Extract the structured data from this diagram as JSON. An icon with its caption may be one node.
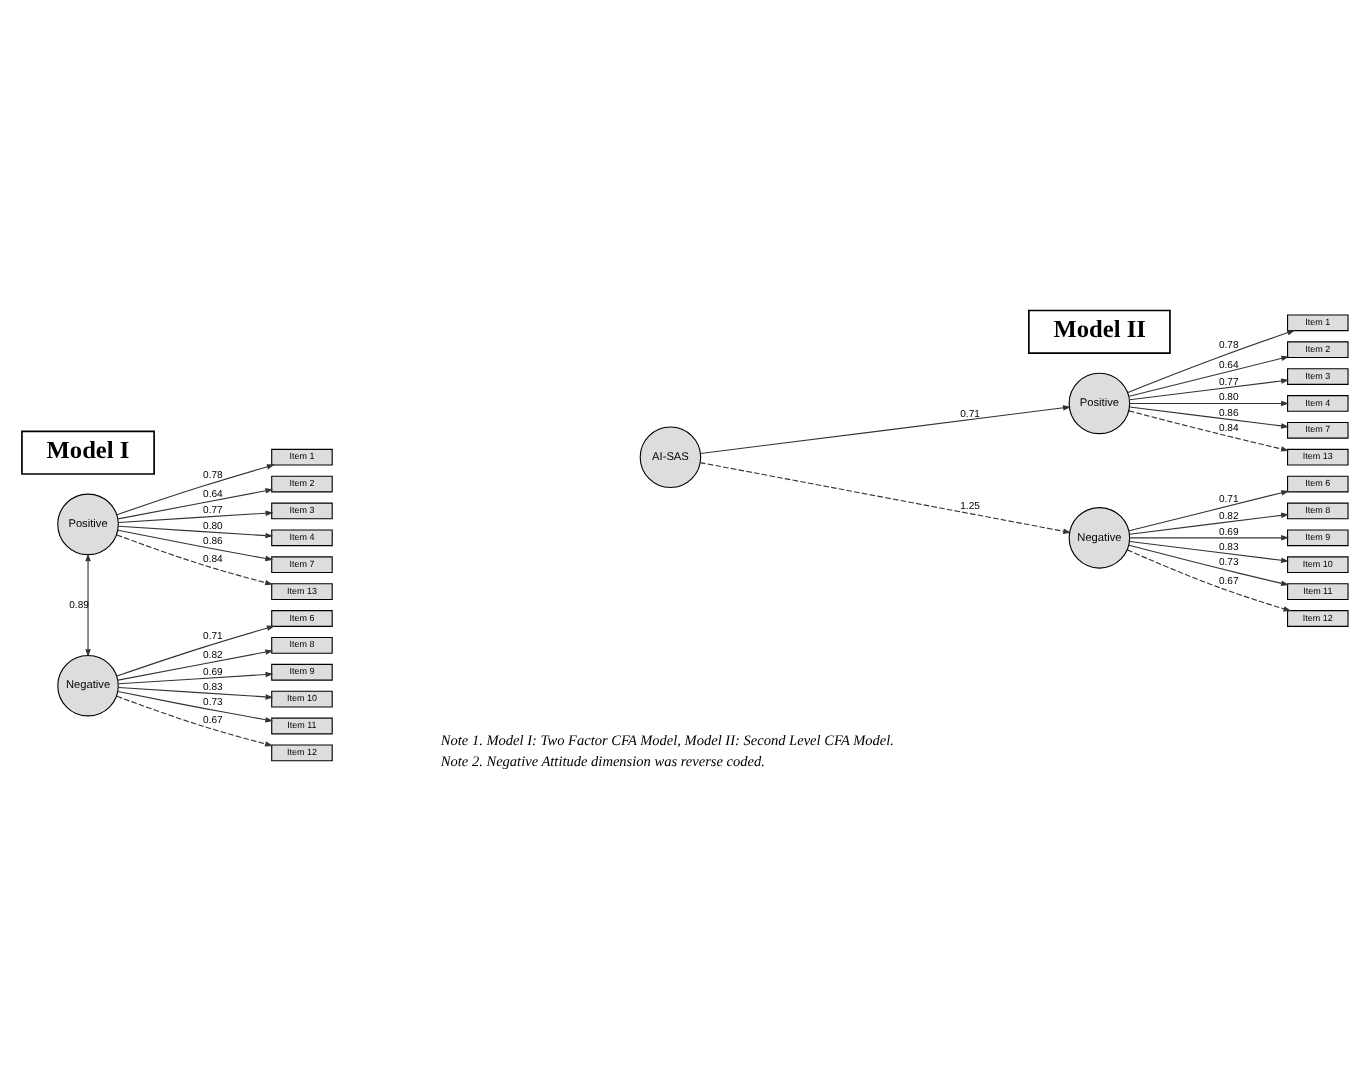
{
  "diagram": {
    "nodes": [
      {
        "text": [
          "Model I"
        ]
      },
      {
        "text": [
          "Positive"
        ]
      },
      {
        "text": [
          "Item 1"
        ]
      },
      {
        "text": [
          "Item 2"
        ]
      },
      {
        "text": [
          "Item 3"
        ]
      },
      {
        "text": [
          "Item 4"
        ]
      },
      {
        "text": [
          "Item 7"
        ]
      },
      {
        "text": [
          "Item 13"
        ]
      },
      {
        "text": [
          "Negative"
        ]
      },
      {
        "text": [
          "Item 6"
        ]
      },
      {
        "text": [
          "Item 8"
        ]
      },
      {
        "text": [
          "Item 9"
        ]
      },
      {
        "text": [
          "Item 10"
        ]
      },
      {
        "text": [
          "Item 11"
        ]
      },
      {
        "text": [
          "Item 12"
        ]
      },
      {
        "text": [
          "Model II"
        ]
      },
      {
        "text": [
          "Positive"
        ]
      },
      {
        "text": [
          "Item 1"
        ]
      },
      {
        "text": [
          "Item 2"
        ]
      },
      {
        "text": [
          "Item 3"
        ]
      },
      {
        "text": [
          "Item 4"
        ]
      },
      {
        "text": [
          "Item 7"
        ]
      },
      {
        "text": [
          "Item 13"
        ]
      },
      {
        "text": [
          "AI-SAS"
        ]
      },
      {
        "text": [
          "Negative"
        ]
      },
      {
        "text": [
          "Item 6"
        ]
      },
      {
        "text": [
          "Item 8"
        ]
      },
      {
        "text": [
          "Item 9"
        ]
      },
      {
        "text": [
          "Item 10"
        ]
      },
      {
        "text": [
          "Item 11"
        ]
      },
      {
        "text": [
          "Item 12"
        ]
      }
    ],
    "edges": [
      {
        "from": 1,
        "to": 2,
        "arrow": "to",
        "label": "0.78"
      },
      {
        "from": 1,
        "to": 3,
        "arrow": "to",
        "label": "0.64"
      },
      {
        "from": 1,
        "to": 4,
        "arrow": "to",
        "label": "0.77"
      },
      {
        "from": 1,
        "to": 5,
        "arrow": "to",
        "label": "0.80"
      },
      {
        "from": 1,
        "to": 6,
        "arrow": "to",
        "label": "0.86"
      },
      {
        "from": 1,
        "to": 7,
        "arrow": "to",
        "label": "0.84",
        "style": "dashed"
      },
      {
        "from": 1,
        "to": 8,
        "arrow": "both",
        "label": "0.89"
      },
      {
        "from": 8,
        "to": 9,
        "arrow": "to",
        "label": "0.71"
      },
      {
        "from": 8,
        "to": 10,
        "arrow": "to",
        "label": "0.82"
      },
      {
        "from": 8,
        "to": 11,
        "arrow": "to",
        "label": "0.69"
      },
      {
        "from": 8,
        "to": 12,
        "arrow": "to",
        "label": "0.83"
      },
      {
        "from": 8,
        "to": 13,
        "arrow": "to",
        "label": "0.73"
      },
      {
        "from": 8,
        "to": 14,
        "arrow": "to",
        "label": "0.67",
        "style": "dashed"
      },
      {
        "from": 23,
        "to": 16,
        "arrow": "to",
        "label": "0.71"
      },
      {
        "from": 23,
        "to": 24,
        "arrow": "to",
        "label": "1.25",
        "style": "dashed"
      },
      {
        "from": 16,
        "to": 17,
        "arrow": "to",
        "label": "0.78"
      },
      {
        "from": 16,
        "to": 18,
        "arrow": "to",
        "label": "0.64"
      },
      {
        "from": 16,
        "to": 19,
        "arrow": "to",
        "label": "0.77"
      },
      {
        "from": 16,
        "to": 20,
        "arrow": "to",
        "label": "0.80"
      },
      {
        "from": 16,
        "to": 21,
        "arrow": "to",
        "label": "0.86"
      },
      {
        "from": 16,
        "to": 22,
        "arrow": "to",
        "label": "0.84",
        "style": "dashed"
      },
      {
        "from": 24,
        "to": 25,
        "arrow": "to",
        "label": "0.71"
      },
      {
        "from": 24,
        "to": 26,
        "arrow": "to",
        "label": "0.82"
      },
      {
        "from": 24,
        "to": 27,
        "arrow": "to",
        "label": "0.69"
      },
      {
        "from": 24,
        "to": 28,
        "arrow": "to",
        "label": "0.83"
      },
      {
        "from": 24,
        "to": 29,
        "arrow": "to",
        "label": "0.73"
      },
      {
        "from": 24,
        "to": 30,
        "arrow": "to",
        "label": "0.67",
        "style": "dashed"
      }
    ],
    "labels": [
      "Note 1. Model I: Two Factor CFA Model, Model II: Second Level CFA Model.",
      "Note 2. Negative Attitude dimension was reverse coded."
    ]
  }
}
